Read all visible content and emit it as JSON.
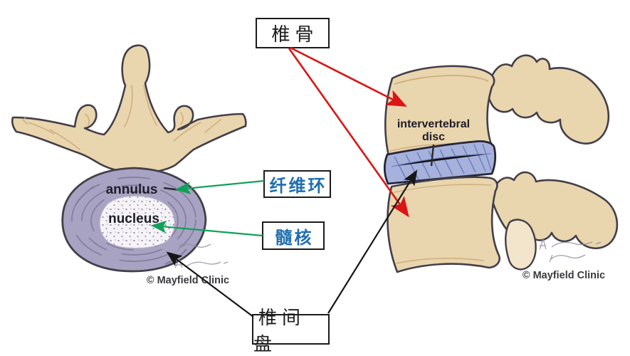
{
  "diagram": {
    "callouts": {
      "vertebra": "椎骨",
      "annulus_fibrosus": "纤维环",
      "nucleus_pulposus": "髓核",
      "intervertebral_disc": "椎间盘"
    },
    "axial_view": {
      "annulus_label": "annulus",
      "nucleus_label": "nucleus",
      "credit": "© Mayfield Clinic"
    },
    "lateral_view": {
      "disc_label_line1": "intervertebral",
      "disc_label_line2": "disc",
      "credit": "© Mayfield Clinic"
    },
    "colors": {
      "red_arrow": "#dc1414",
      "green_arrow": "#12a05a",
      "black_arrow": "#161616",
      "blue_label_text": "#1f6db0",
      "bone_fill": "#e9d5ae",
      "bone_shade": "#c9a876",
      "outline": "#433f48",
      "annulus_fill": "#a9a3c3",
      "annulus_ring": "#837da0",
      "nucleus_fill": "#f5f3f6",
      "disc_blue_fill": "#a6b2dc",
      "disc_blue_hatch": "#6d7cba"
    }
  }
}
